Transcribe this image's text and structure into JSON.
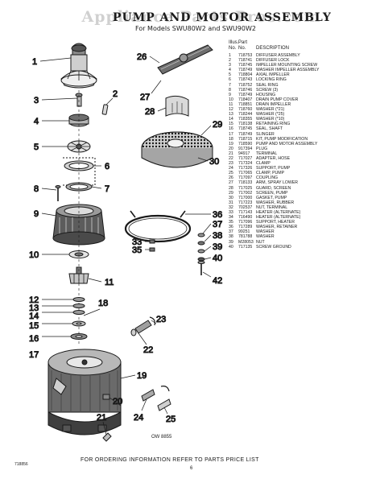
{
  "watermark": "Appliance Parts Pros.com",
  "header": {
    "title": "PUMP AND MOTOR ASSEMBLY",
    "subtitle": "For Models SWU80W2 and SWU90W2"
  },
  "parts_table": {
    "col_item": "Illus.",
    "col_item2": "No.",
    "col_part": "Part",
    "col_part2": "No.",
    "col_desc": "DESCRIPTION",
    "rows": [
      {
        "item": "1",
        "part": "718753",
        "desc": "DIFFUSER ASSEMBLY"
      },
      {
        "item": "2",
        "part": "718741",
        "desc": "DIFFUSER LOCK"
      },
      {
        "item": "3",
        "part": "718745",
        "desc": "IMPELLER MOUNTING SCREW"
      },
      {
        "item": "4",
        "part": "718749",
        "desc": "WASHER IMPELLER ASSEMBLY"
      },
      {
        "item": "5",
        "part": "718804",
        "desc": "AXIAL IMPELLER"
      },
      {
        "item": "6",
        "part": "718743",
        "desc": "LOCKING RING"
      },
      {
        "item": "7",
        "part": "718752",
        "desc": "SEAL RING"
      },
      {
        "item": "8",
        "part": "718746",
        "desc": "SCREW (3)"
      },
      {
        "item": "9",
        "part": "718749",
        "desc": "HOUSING"
      },
      {
        "item": "10",
        "part": "718407",
        "desc": "DRAIN PUMP COVER"
      },
      {
        "item": "11",
        "part": "718851",
        "desc": "DRAIN IMPELLER"
      },
      {
        "item": "12",
        "part": "718760",
        "desc": "WASHER (*21)"
      },
      {
        "item": "13",
        "part": "718244",
        "desc": "WASHER (*25)"
      },
      {
        "item": "14",
        "part": "718355",
        "desc": "WASHER (*10)"
      },
      {
        "item": "15",
        "part": "718138",
        "desc": "RETAINING RING"
      },
      {
        "item": "16",
        "part": "718745",
        "desc": "SEAL, SHAFT"
      },
      {
        "item": "17",
        "part": "718749",
        "desc": "SLINGER"
      },
      {
        "item": "18",
        "part": "718715",
        "desc": "KIT, PUMP MODIFICATION"
      },
      {
        "item": "19",
        "part": "718590",
        "desc": "PUMP AND MOTOR ASSEMBLY"
      },
      {
        "item": "20",
        "part": "917394",
        "desc": "PLUG"
      },
      {
        "item": "21",
        "part": "94917",
        "desc": "TERMINAL"
      },
      {
        "item": "22",
        "part": "717027",
        "desc": "ADAPTER, HOSE"
      },
      {
        "item": "23",
        "part": "717324",
        "desc": "CLAMP"
      },
      {
        "item": "24",
        "part": "717326",
        "desc": "SUPPORT, PUMP"
      },
      {
        "item": "25",
        "part": "717065",
        "desc": "CLAMP, PUMP"
      },
      {
        "item": "26",
        "part": "717097",
        "desc": "COUPLING"
      },
      {
        "item": "27",
        "part": "718133",
        "desc": "ARM, SPRAY LOWER"
      },
      {
        "item": "28",
        "part": "717025",
        "desc": "GUARD, SCREEN"
      },
      {
        "item": "29",
        "part": "717002",
        "desc": "SCREEN, PUMP"
      },
      {
        "item": "30",
        "part": "717000",
        "desc": "GASKET, PUMP"
      },
      {
        "item": "31",
        "part": "717223",
        "desc": "WASHER, RUBBER"
      },
      {
        "item": "32",
        "part": "702537",
        "desc": "NUT, TERMINAL"
      },
      {
        "item": "33",
        "part": "717143",
        "desc": "HEATER (ALTERNATE)"
      },
      {
        "item": "34",
        "part": "716490",
        "desc": "HEATER (ALTERNATE)"
      },
      {
        "item": "35",
        "part": "717096",
        "desc": "SUPPORT, HEATER"
      },
      {
        "item": "36",
        "part": "717289",
        "desc": "WASHER, RETAINER"
      },
      {
        "item": "37",
        "part": "99251",
        "desc": "WASHER"
      },
      {
        "item": "38",
        "part": "781788",
        "desc": "WASHER"
      },
      {
        "item": "39",
        "part": "M28053",
        "desc": "NUT"
      },
      {
        "item": "40",
        "part": "717135",
        "desc": "SCREW GROUND"
      }
    ]
  },
  "callouts": {
    "c1": "1",
    "c2": "2",
    "c3": "3",
    "c4": "4",
    "c5": "5",
    "c6": "6",
    "c7": "7",
    "c8": "8",
    "c9": "9",
    "c10": "10",
    "c11": "11",
    "c12": "12",
    "c13": "13",
    "c14": "14",
    "c15": "15",
    "c16": "16",
    "c17": "17",
    "c18": "18",
    "c19": "19",
    "c20": "20",
    "c21": "21",
    "c22": "22",
    "c23": "23",
    "c24": "24",
    "c25": "25",
    "c26": "26",
    "c27": "27",
    "c28": "28",
    "c29": "29",
    "c30": "30",
    "c33": "33",
    "c35": "35",
    "c36": "36",
    "c37": "37",
    "c38": "38",
    "c39": "39",
    "c40": "40",
    "c42": "42"
  },
  "diagram_code": "OW 8855",
  "footer": "FOR ORDERING INFORMATION REFER TO PARTS PRICE LIST",
  "doc_code": "718856",
  "page_mark": "6"
}
